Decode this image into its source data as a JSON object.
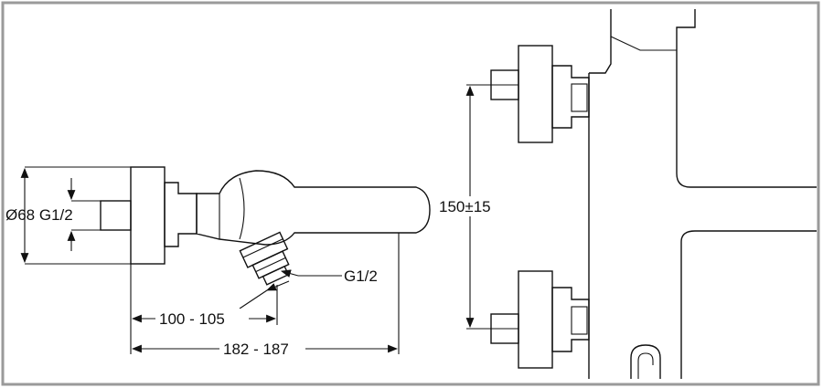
{
  "dimensions": {
    "pipe_spec": "Ø68 G1/2",
    "outlet_thread": "G1/2",
    "depth_short": "100 - 105",
    "depth_long": "182 - 187",
    "center_distance": "150±15"
  },
  "colors": {
    "line": "#111111",
    "frame": "#9a9a9a",
    "background": "#ffffff"
  }
}
